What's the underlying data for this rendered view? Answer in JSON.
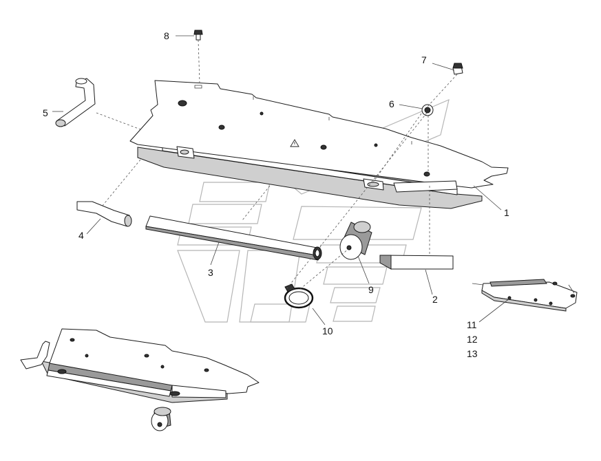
{
  "callouts": {
    "c1": "1",
    "c2": "2",
    "c3": "3",
    "c4": "4",
    "c5": "5",
    "c6": "6",
    "c7": "7",
    "c8": "8",
    "c9": "9",
    "c10": "10",
    "c11": "11",
    "c12": "12",
    "c13": "13"
  },
  "icons": {
    "warning": "warning-triangle-icon"
  }
}
